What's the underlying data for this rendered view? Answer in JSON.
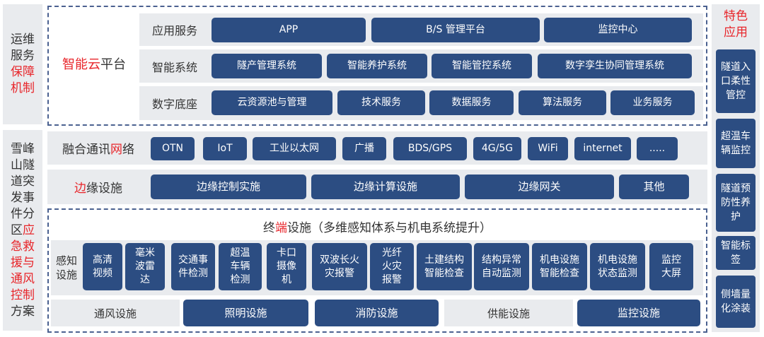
{
  "left": {
    "ops_line1": "运维",
    "ops_line2": "服务",
    "ops_line3": "保障",
    "ops_line4": "机制",
    "emerg_prefix": "雪峰山隧道突发事件分区",
    "emerg_red": "应急救援与通风控制",
    "emerg_suffix": "方案"
  },
  "cloud": {
    "title_red": "智能云",
    "title_rest": "平台",
    "rows": [
      {
        "label": "应用服务",
        "items": [
          "APP",
          "B/S 管理平台",
          "监控中心"
        ]
      },
      {
        "label": "智能系统",
        "items": [
          "隧产管理系统",
          "智能养护系统",
          "智能管控系统",
          "数字孪生协同管理系统"
        ]
      },
      {
        "label": "数字底座",
        "items": [
          "云资源池与管理",
          "技术服务",
          "数据服务",
          "算法服务",
          "业务服务"
        ]
      }
    ]
  },
  "network": {
    "label_prefix": "融合通讯",
    "label_red": "网",
    "label_suffix": "络",
    "items": [
      "OTN",
      "IoT",
      "工业以太网",
      "广播",
      "BDS/GPS",
      "4G/5G",
      "WiFi",
      "internet",
      "....."
    ]
  },
  "edge": {
    "label_red": "边",
    "label_rest": "缘设施",
    "items": [
      "边缘控制实施",
      "边缘计算设施",
      "边缘网关",
      "其他"
    ]
  },
  "terminal": {
    "title_prefix": "终",
    "title_red": "端",
    "title_rest": "设施（多维感知体系与机电系统提升）",
    "sense_label": "感知设施",
    "sense_items": [
      "高清视频",
      "毫米波雷达",
      "交通事件检测",
      "超温车辆检测",
      "卡口摄像机",
      "双波长火灾报警",
      "光纤火灾报警",
      "土建结构智能检查",
      "结构异常自动监测",
      "机电设施智能检查",
      "机电设施状态监测",
      "监控大屏"
    ],
    "bottom_items": [
      "通风设施",
      "照明设施",
      "消防设施",
      "供能设施",
      "监控设施"
    ]
  },
  "feature": {
    "title": "特色应用",
    "items": [
      "隧道入口柔性管控",
      "超温车辆监控",
      "隧道预防性养护",
      "智能标签",
      "侧墙量化涂装"
    ]
  }
}
